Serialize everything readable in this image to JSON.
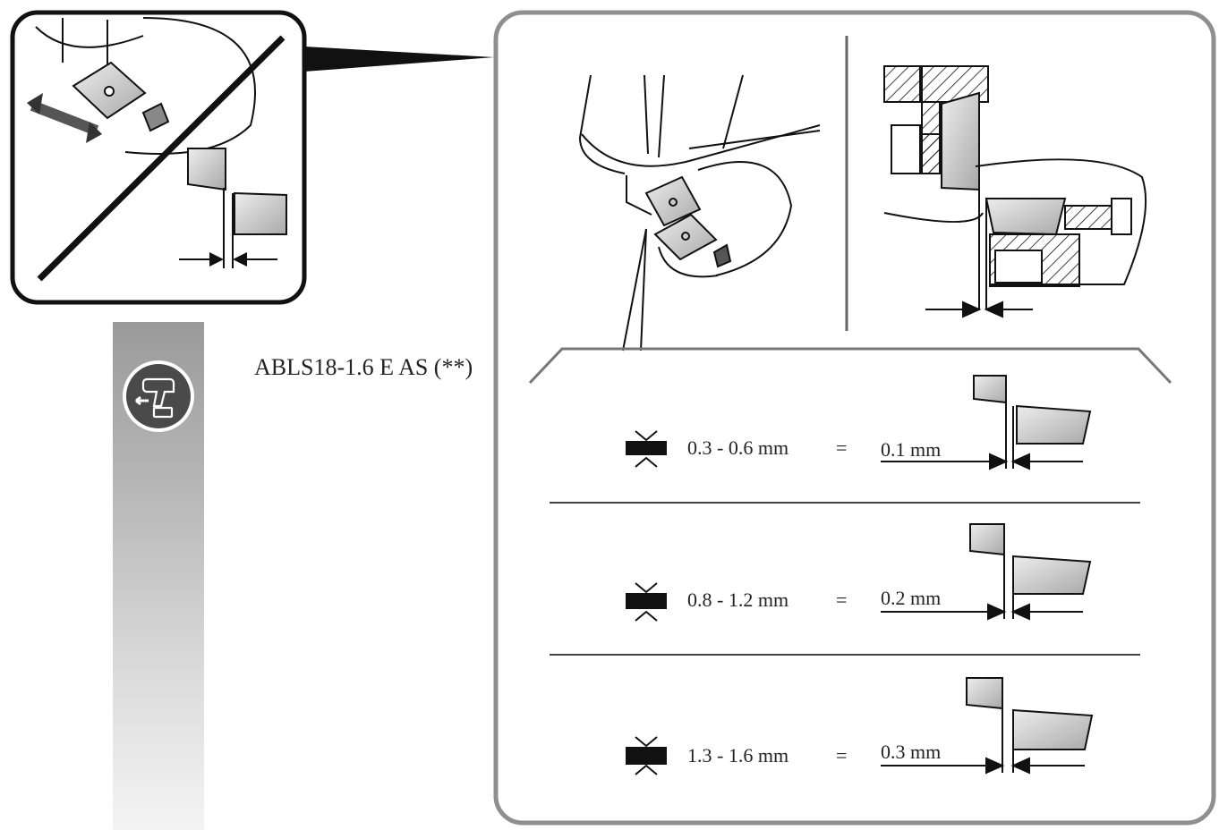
{
  "model": "ABLS18-1.6 E AS (**)",
  "rows": [
    {
      "thickness": "0.3 - 0.6 mm",
      "equals": "=",
      "gap": "0.1 mm"
    },
    {
      "thickness": "0.8 - 1.2 mm",
      "equals": "=",
      "gap": "0.2 mm"
    },
    {
      "thickness": "1.3 - 1.6 mm",
      "equals": "=",
      "gap": "0.3 mm"
    }
  ],
  "icons": {
    "tool_badge": "cordless-tool-battery-remove-icon",
    "thickness": "material-thickness-icon",
    "prohibited": "prohibited-slash-icon"
  },
  "colors": {
    "frame": "#8f8f8f",
    "ink": "#111111",
    "blade_fill": "#c8c8c8"
  }
}
